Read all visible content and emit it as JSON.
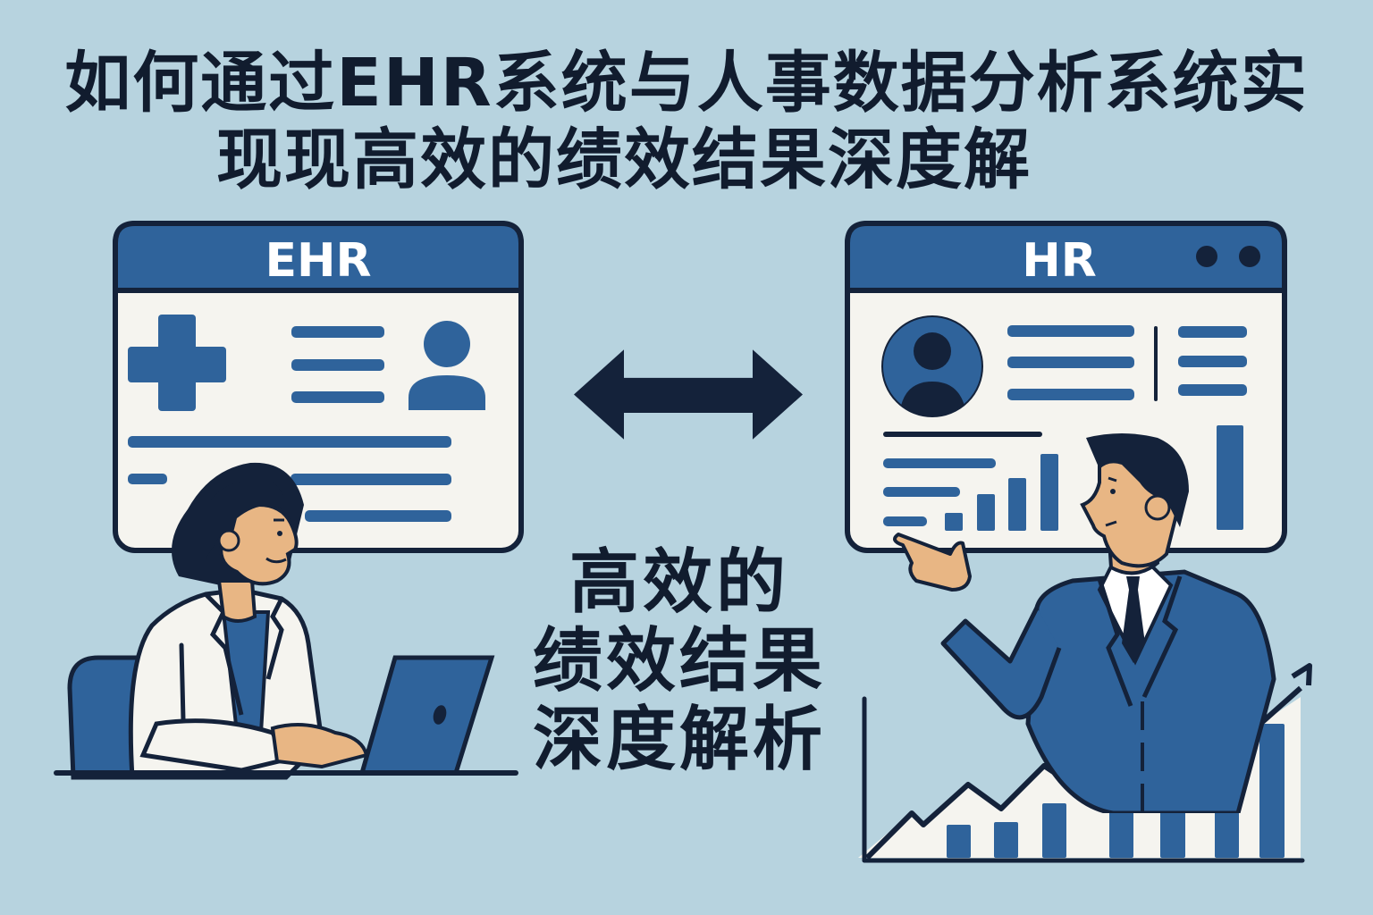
{
  "title": {
    "line1": "如何通过EHR系统与人事数据分析系统实",
    "line2": "现现高效的绩效结果深度解"
  },
  "center_caption": {
    "line1": "高效的",
    "line2": "绩效结果",
    "line3": "深度解析"
  },
  "ehr_window": {
    "title": "EHR",
    "icons": [
      "medical-cross-icon",
      "text-lines-icon",
      "user-profile-icon"
    ]
  },
  "hr_window": {
    "title": "HR",
    "window_controls": 2,
    "icons": [
      "user-avatar-icon",
      "text-lines-icon",
      "bar-chart-icon"
    ]
  },
  "connector": {
    "icon": "double-arrow-icon"
  },
  "characters": {
    "left": "doctor-at-laptop",
    "right": "businessman-pointing"
  },
  "growth_chart": {
    "bars_relative": [
      0.25,
      0.28,
      0.4,
      0.42,
      0.6,
      0.66,
      0.92
    ],
    "trend": "rising-with-arrow"
  },
  "colors": {
    "background": "#b7d3df",
    "primary_blue": "#2f639b",
    "dark_navy": "#14223a",
    "panel_white": "#f5f4ef",
    "skin": "#e8b684"
  }
}
